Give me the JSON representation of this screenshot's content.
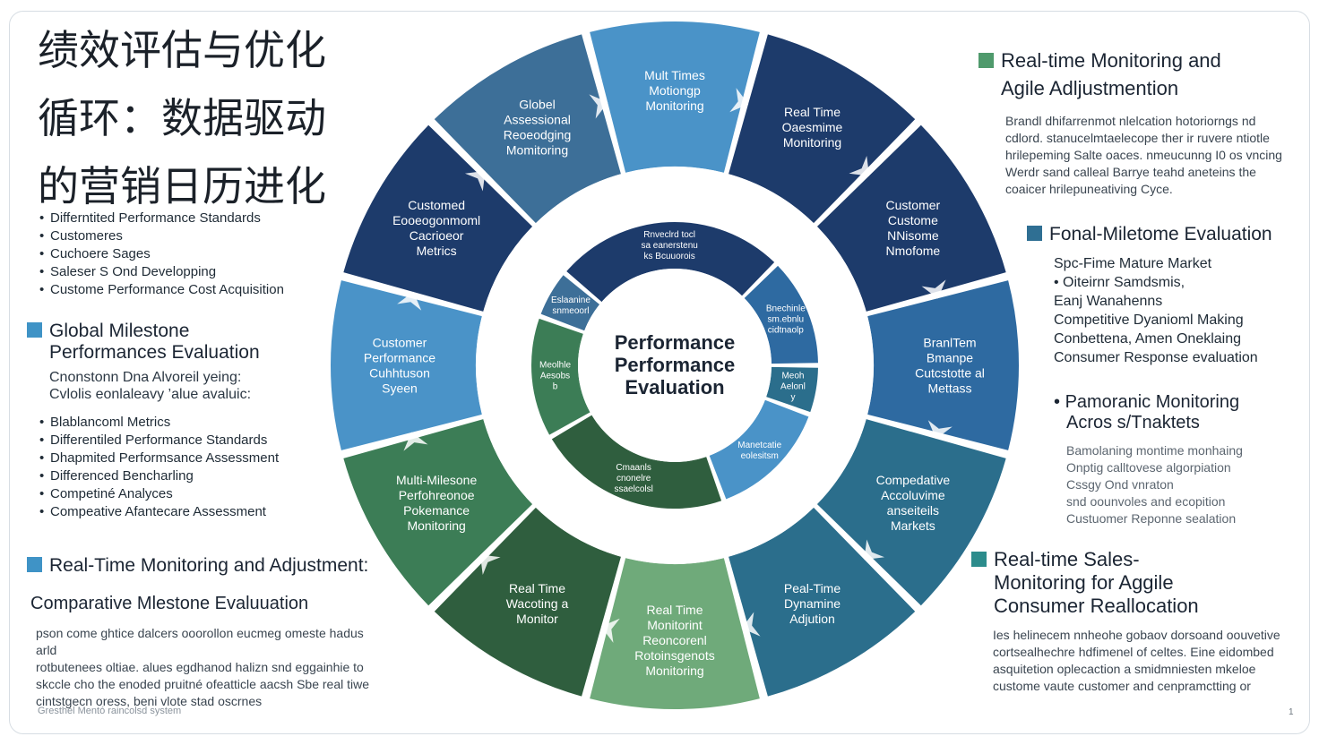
{
  "title": [
    "绩效评估与优化",
    "循环：数据驱动",
    "的营销日历进化"
  ],
  "colors": {
    "navy": "#1d3b6b",
    "mid_blue": "#2e6aa1",
    "light_blue": "#4a93c8",
    "teal": "#2b6e8c",
    "green": "#3c7d56",
    "dark_green": "#2f5e3e",
    "light_green": "#6faa7a",
    "slate_blue": "#3d6f98"
  },
  "left_top_bullets": [
    "Differntited Performance Standards",
    "Customeres",
    "Cuchoere Sages",
    "Saleser S Ond Developping",
    "Custome Performance Cost Acquisition"
  ],
  "left_mid": {
    "heading": [
      "Global Milestone",
      "Performances Evaluation"
    ],
    "subtitle": [
      "Cnonstonn Dna Alvoreil yeing:",
      "Cvlolis eonlaleavy ’alue avaluic:"
    ],
    "bullets": [
      "Blablancoml Metrics",
      "Differentiled Performance Standards",
      "Dhapmited Performsance Assessment",
      "Differenced Bencharling",
      "Competiné Analyces",
      "Compeative Afantecare Assessment"
    ]
  },
  "left_bottom": {
    "heading": "Real-Time Monitoring and Adjustment:",
    "subheading": "Comparative Mlestone Evaluuation",
    "paragraph": [
      "pson come ghtice dalcers ooorollon eucmeg omeste hadus arld",
      "rotbutenees oltiae. alues egdhanod halizn snd eggainhie to",
      "skccle cho the enoded pruitné ofeatticle aacsh Sbe real tiwe",
      "cintstgecn oress, beni vlote stad oscrnes"
    ]
  },
  "right_top": {
    "heading": [
      "Real-time Monitoring and",
      "Agile Adljustmention"
    ],
    "paragraph": [
      "Brandl dhifarrenmot nlelcation hotoriorngs nd",
      "cdlord. stanucelmtaelecope ther ir ruvere ntiotle",
      "hrilepeming Salte oaces. nmeucunng I0 os vncing",
      "Werdr sand calleal Barrye teahd aneteins the",
      "coaicer hrilepuneativing Cyce."
    ]
  },
  "right_mid": {
    "heading": "Fonal-Miletome Evaluation",
    "items": [
      "Spc-Fime Mature Market",
      "• Oiteirnr Samdsmis,",
      "  Eanj Wanahenns",
      "  Competitive Dyanioml Making",
      "  Conbettena, Amen Oneklaing",
      "  Consumer Response evaluation"
    ]
  },
  "right_pan": {
    "heading": [
      "Pamoranic Monitoring",
      "Acros s/Tnaktets"
    ],
    "items": [
      "Bamolaning montime monhaing",
      "Onptig calltovese algorpiation",
      "Cssgy Ond vnraton",
      "snd oounvoles and ecopition",
      "Custuomer Reponne sealation"
    ]
  },
  "right_bottom": {
    "heading": [
      "Real-time Sales-",
      "Monitoring for Aggile",
      "Consumer Reallocation"
    ],
    "paragraph": [
      "Ies helinecem nnheohe gobaov dorsoand oouvetive",
      "cortsealhechre hdfimenel of celtes. Eine eidombed",
      "asquitetion oplecaction a smidmniesten mkeloe",
      "custome vaute customer and cenpramctting or"
    ]
  },
  "wheel": {
    "outer_segments": [
      [
        "Mult Times",
        "Motiongp",
        "Monitoring"
      ],
      [
        "Real Time",
        "Oaesmime",
        "Monitoring"
      ],
      [
        "Customer",
        "Custome",
        "NNisome",
        "Nmofome"
      ],
      [
        "BranlTem",
        "Bmanpe",
        "Cutcstotte al",
        "Mettass"
      ],
      [
        "Compedative",
        "Accoluvime",
        "anseiteils",
        "Markets"
      ],
      [
        "Peal-Time",
        "Dynamine",
        "Adjution"
      ],
      [
        "Real Time",
        "Monitorint",
        "Reoncorenl",
        "Rotoinsgenots",
        "Monitoring"
      ],
      [
        "Real Time",
        "Wacoting a",
        "Monitor"
      ],
      [
        "Multi-Milesone",
        "Perfohreonoe",
        "Pokemance",
        "Monitoring"
      ],
      [
        "Customer",
        "Performance",
        "Cuhhtuson",
        "Syeen"
      ],
      [
        "Customed",
        "Eooeogonmoml",
        "Cacrioeor",
        "Metrics"
      ],
      [
        "Globel",
        "Assessional",
        "Reoeodging",
        "Momitoring"
      ]
    ],
    "inner_segments": [
      [
        "Rnveclrd tocl",
        "sa eanerstenu",
        "ks Bcuuorois"
      ],
      [
        "Bnechinle",
        "sm.ebnlu",
        "cidtnaolp"
      ],
      [
        "Meoh",
        "Aelonl",
        "y"
      ],
      [
        "Manetcatie",
        "eolesitsm"
      ],
      [
        "Cmaanls",
        "cnonelre",
        "ssaelcolsl"
      ],
      [
        "Meolhle",
        "Aesobs",
        "b"
      ],
      [
        "Eslaanine",
        "snmeoorl"
      ]
    ],
    "center": [
      "Performance",
      "Performance",
      "Evaluation"
    ]
  },
  "footnote": "Gresthel Mentó raincolsd system",
  "page_number": "1"
}
